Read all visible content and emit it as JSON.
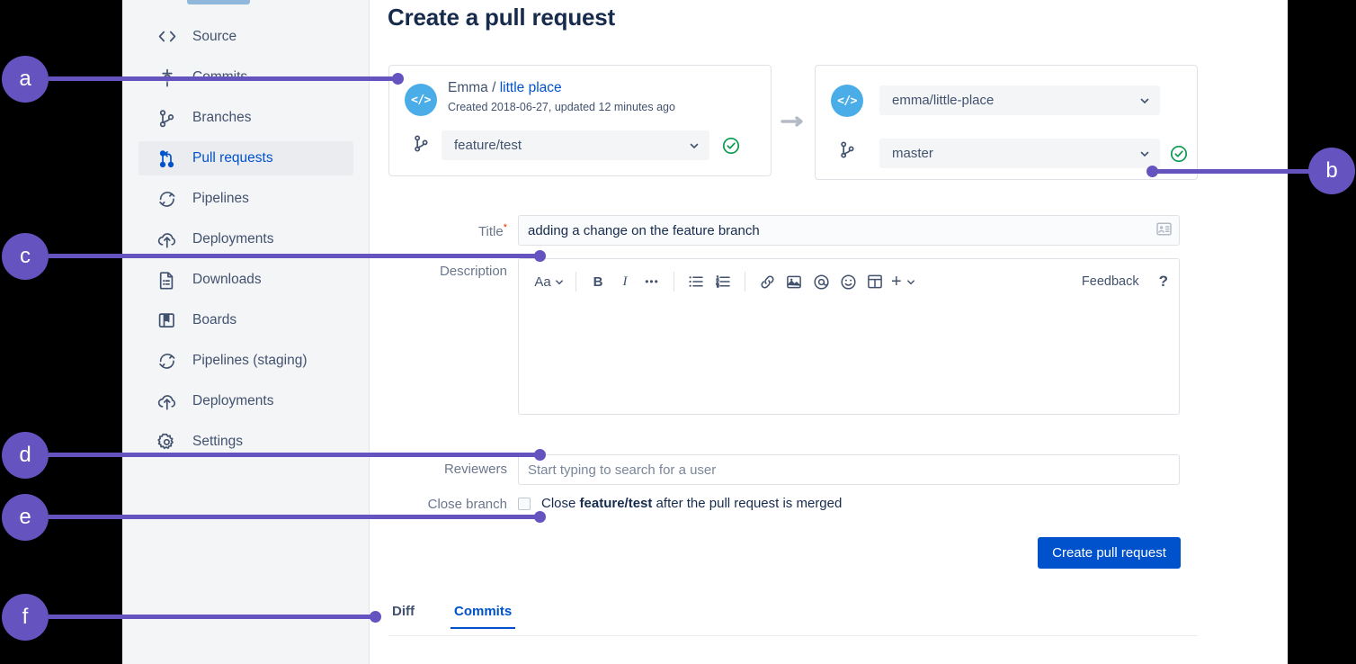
{
  "page": {
    "title": "Create a pull request"
  },
  "sidebar": {
    "items": [
      {
        "label": "Source",
        "icon": "code-icon",
        "active": false
      },
      {
        "label": "Commits",
        "icon": "commits-icon",
        "active": false
      },
      {
        "label": "Branches",
        "icon": "branches-icon",
        "active": false
      },
      {
        "label": "Pull requests",
        "icon": "pull-request-icon",
        "active": true
      },
      {
        "label": "Pipelines",
        "icon": "pipelines-icon",
        "active": false
      },
      {
        "label": "Deployments",
        "icon": "deployments-icon",
        "active": false
      },
      {
        "label": "Downloads",
        "icon": "downloads-icon",
        "active": false
      },
      {
        "label": "Boards",
        "icon": "boards-icon",
        "active": false
      },
      {
        "label": "Pipelines (staging)",
        "icon": "pipelines-icon",
        "active": false
      },
      {
        "label": "Deployments",
        "icon": "deployments-icon",
        "active": false
      },
      {
        "label": "Settings",
        "icon": "gear-icon",
        "active": false
      }
    ]
  },
  "source": {
    "avatar_glyph": "</>",
    "owner": "Emma",
    "separator": " / ",
    "repo": "little place",
    "meta": "Created 2018-06-27, updated 12 minutes ago",
    "branch_value": "feature/test",
    "status": "valid"
  },
  "destination": {
    "avatar_glyph": "</>",
    "repo_value": "emma/little-place",
    "branch_value": "master",
    "status": "valid"
  },
  "form": {
    "title_label": "Title",
    "title_required": "*",
    "title_value": "adding a change on the feature branch",
    "title_field_icon": "contact-card-icon",
    "description_label": "Description",
    "description_value": "",
    "reviewers_label": "Reviewers",
    "reviewers_placeholder": "Start typing to search for a user",
    "close_branch_label": "Close branch",
    "close_branch_text_before": "Close ",
    "close_branch_branch": "feature/test",
    "close_branch_text_after": " after the pull request is merged",
    "close_branch_checked": false,
    "submit_label": "Create pull request"
  },
  "toolbar": {
    "text_style_label": "Aa",
    "bold_label": "B",
    "italic_label": "I",
    "more_label": "•••",
    "plus_label": "+",
    "feedback_label": "Feedback",
    "help_label": "?",
    "icons": [
      "text-style-icon",
      "bold-icon",
      "italic-icon",
      "more-formatting-icon",
      "bullet-list-icon",
      "numbered-list-icon",
      "link-icon",
      "image-icon",
      "mention-icon",
      "emoji-icon",
      "table-icon",
      "insert-more-icon"
    ]
  },
  "tabs": [
    {
      "label": "Diff",
      "active": false
    },
    {
      "label": "Commits",
      "active": true
    }
  ],
  "callouts": [
    {
      "id": "a",
      "label": "a"
    },
    {
      "id": "b",
      "label": "b"
    },
    {
      "id": "c",
      "label": "c"
    },
    {
      "id": "d",
      "label": "d"
    },
    {
      "id": "e",
      "label": "e"
    },
    {
      "id": "f",
      "label": "f"
    }
  ],
  "colors": {
    "callout_purple": "#6554c0",
    "link_blue": "#0052cc",
    "primary_button": "#0052cc",
    "avatar_blue": "#4bade8",
    "success_green": "#36b37e",
    "sidebar_bg": "#f4f5f7",
    "text_default": "#172b4d",
    "text_subtle": "#6b778c",
    "required_red": "#de350b"
  }
}
